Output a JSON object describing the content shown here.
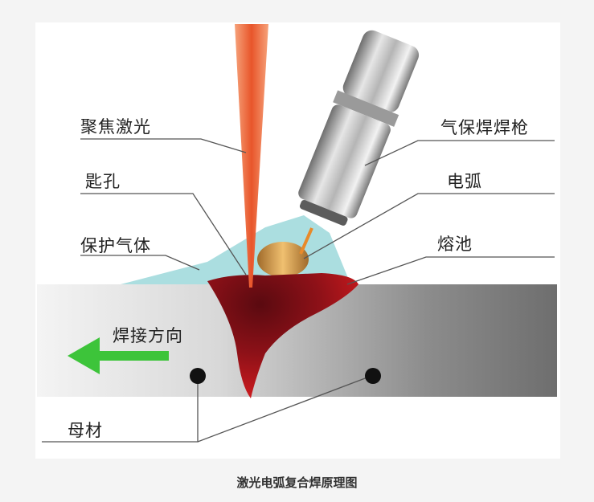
{
  "labels": {
    "focused_laser": "聚焦激光",
    "keyhole": "匙孔",
    "shielding_gas": "保护气体",
    "mig_torch": "气保焊焊枪",
    "arc": "电弧",
    "molten_pool": "熔池",
    "welding_direction": "焊接方向",
    "base_metal": "母材"
  },
  "caption": "激光电弧复合焊原理图",
  "colors": {
    "laser": "#e8552a",
    "molten_pool": "#c0191c",
    "shield_gas": "#8fd3d6",
    "arrow": "#3dc43a",
    "base_metal": "#9a9a9a"
  },
  "icons": {
    "direction": "left-arrow-icon"
  }
}
